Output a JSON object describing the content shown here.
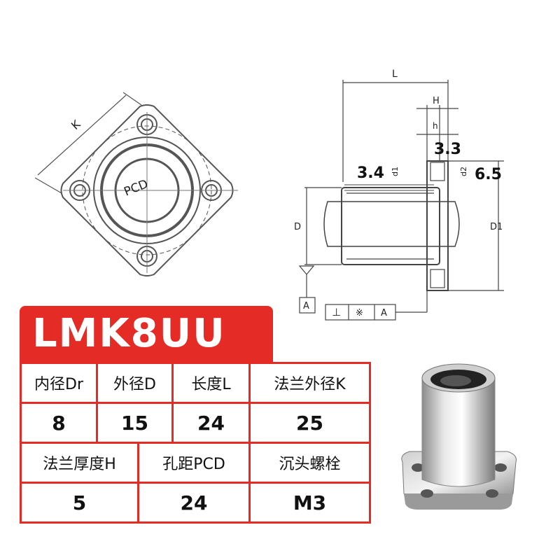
{
  "drawing": {
    "labels": {
      "K": "K",
      "PCD": "PCD",
      "L": "L",
      "H": "H",
      "h": "h",
      "d1": "d1",
      "d2": "d2",
      "D": "D",
      "D1": "D1",
      "A": "A",
      "perp": "⊥",
      "symbol": "※"
    },
    "values": {
      "h_value": "3.3",
      "d1_value": "3.4",
      "d2_value": "6.5"
    }
  },
  "model": "LMK8UU",
  "specs": {
    "row1": {
      "headers": [
        "内径Dr",
        "外径D",
        "长度L",
        "法兰外径K"
      ],
      "values": [
        "8",
        "15",
        "24",
        "25"
      ]
    },
    "row2": {
      "headers": [
        "法兰厚度H",
        "孔距PCD",
        "沉头螺栓"
      ],
      "values": [
        "5",
        "24",
        "M3"
      ]
    }
  },
  "colors": {
    "accent": "#e52b26",
    "text": "#111111",
    "line": "#444444"
  }
}
